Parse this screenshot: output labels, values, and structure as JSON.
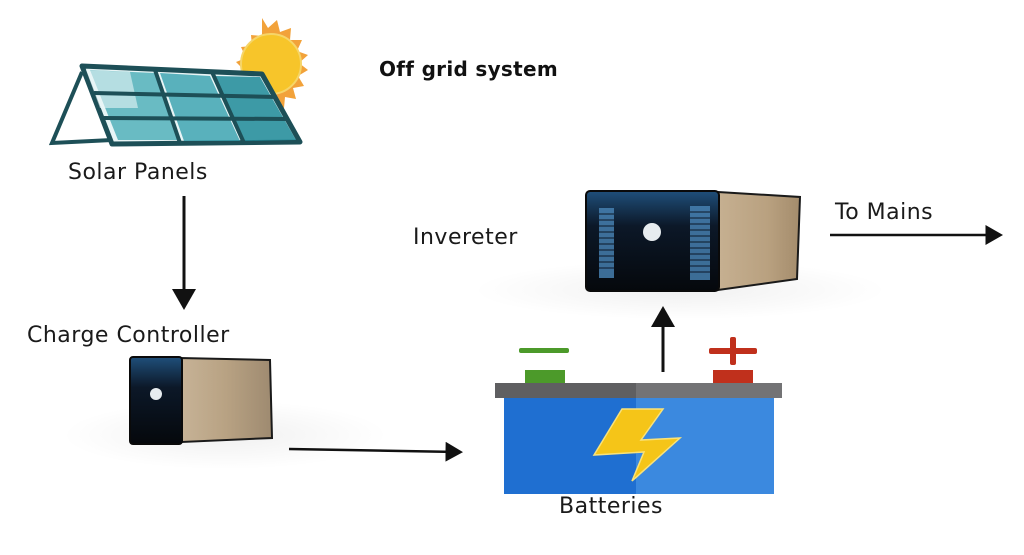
{
  "diagram": {
    "title": "Off grid system",
    "nodes": [
      {
        "id": "solar",
        "label": "Solar Panels",
        "icon": "solar-panel-icon"
      },
      {
        "id": "controller",
        "label": "Charge Controller",
        "icon": "charge-controller-icon"
      },
      {
        "id": "battery",
        "label": "Batteries",
        "icon": "battery-icon"
      },
      {
        "id": "inverter",
        "label": "Invereter",
        "icon": "inverter-icon"
      },
      {
        "id": "mains",
        "label": "To Mains"
      }
    ],
    "edges": [
      {
        "from": "solar",
        "to": "controller"
      },
      {
        "from": "controller",
        "to": "battery"
      },
      {
        "from": "battery",
        "to": "inverter"
      },
      {
        "from": "inverter",
        "to": "mains"
      }
    ],
    "battery_terminals": {
      "negative": "−",
      "positive": "+"
    },
    "colors": {
      "panel": "#2a9aa8",
      "panel_frame": "#1d4f57",
      "sun": "#f7c52a",
      "sun_rays": "#f2a23a",
      "battery_left": "#1f6fd1",
      "battery_right": "#3b89df",
      "battery_lid": "#6b6b6d",
      "bolt": "#f5c518",
      "negative": "#4c9a2a",
      "positive": "#c0301c",
      "device_front": "#0c1420",
      "device_side": "#b39d82"
    }
  }
}
